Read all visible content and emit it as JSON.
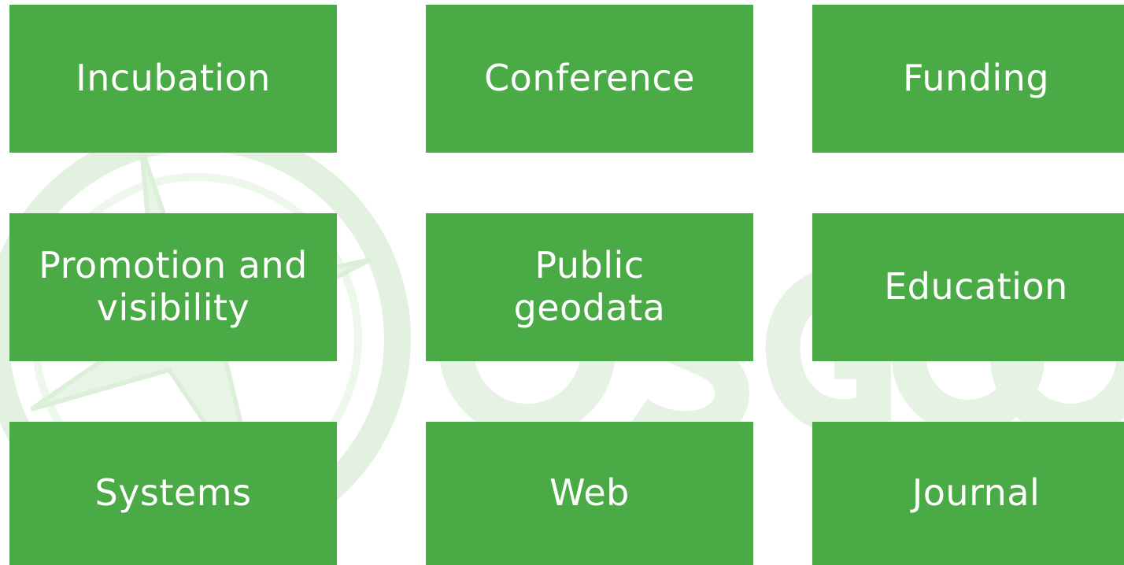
{
  "tiles": [
    {
      "label": "Incubation"
    },
    {
      "label": "Conference"
    },
    {
      "label": "Funding"
    },
    {
      "label": "Promotion and\nvisibility"
    },
    {
      "label": "Public\ngeodata"
    },
    {
      "label": "Education"
    },
    {
      "label": "Systems"
    },
    {
      "label": "Web"
    },
    {
      "label": "Journal"
    }
  ],
  "colors": {
    "tile_background": "#4aaa45",
    "tile_text": "#ffffff",
    "watermark": "#e3f1e1"
  },
  "watermark_logo": {
    "icon": "osgeo-compass-logo",
    "lettering": "OSGeo"
  }
}
